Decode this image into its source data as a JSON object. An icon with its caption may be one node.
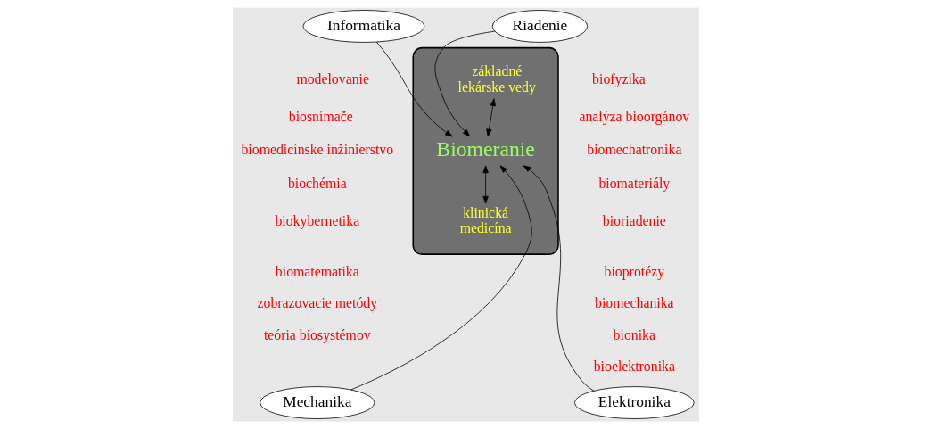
{
  "diagram": {
    "nodes": [
      {
        "text": [
          "Informatika"
        ]
      },
      {
        "text": [
          "Riadenie"
        ]
      },
      {
        "text": [
          "Mechanika"
        ]
      },
      {
        "text": [
          "Elektronika"
        ]
      },
      {
        "text": [],
        "shape": "ellipse"
      },
      {
        "text": [
          "základné lekárske vedy"
        ],
        "in": 4
      },
      {
        "text": [
          "Biomeranie"
        ],
        "in": 4
      },
      {
        "text": [
          "klinická medicína"
        ],
        "in": 4
      }
    ],
    "edges": [
      {
        "from": 0,
        "to": 6,
        "arrow": "to"
      },
      {
        "from": 1,
        "to": 6,
        "arrow": "to"
      },
      {
        "from": 2,
        "to": 6,
        "arrow": "to"
      },
      {
        "from": 3,
        "to": 6,
        "arrow": "to"
      },
      {
        "from": 5,
        "to": 6,
        "arrow": "both"
      },
      {
        "from": 6,
        "to": 7,
        "arrow": "both"
      }
    ],
    "labels": [
      "biofyzika",
      "modelovanie",
      "analýza bioorgánov",
      "biosnímače",
      "biomechatronika",
      "biomedicínske inžinierstvo",
      "biomateriály",
      "bioriadenie",
      "biochémia",
      "bioprotézy",
      "biokybernetika",
      "biomechanika",
      "biomatematika",
      "bionika",
      "zobrazovacie metódy",
      "bioelektronika",
      "teória biosystémov"
    ]
  }
}
